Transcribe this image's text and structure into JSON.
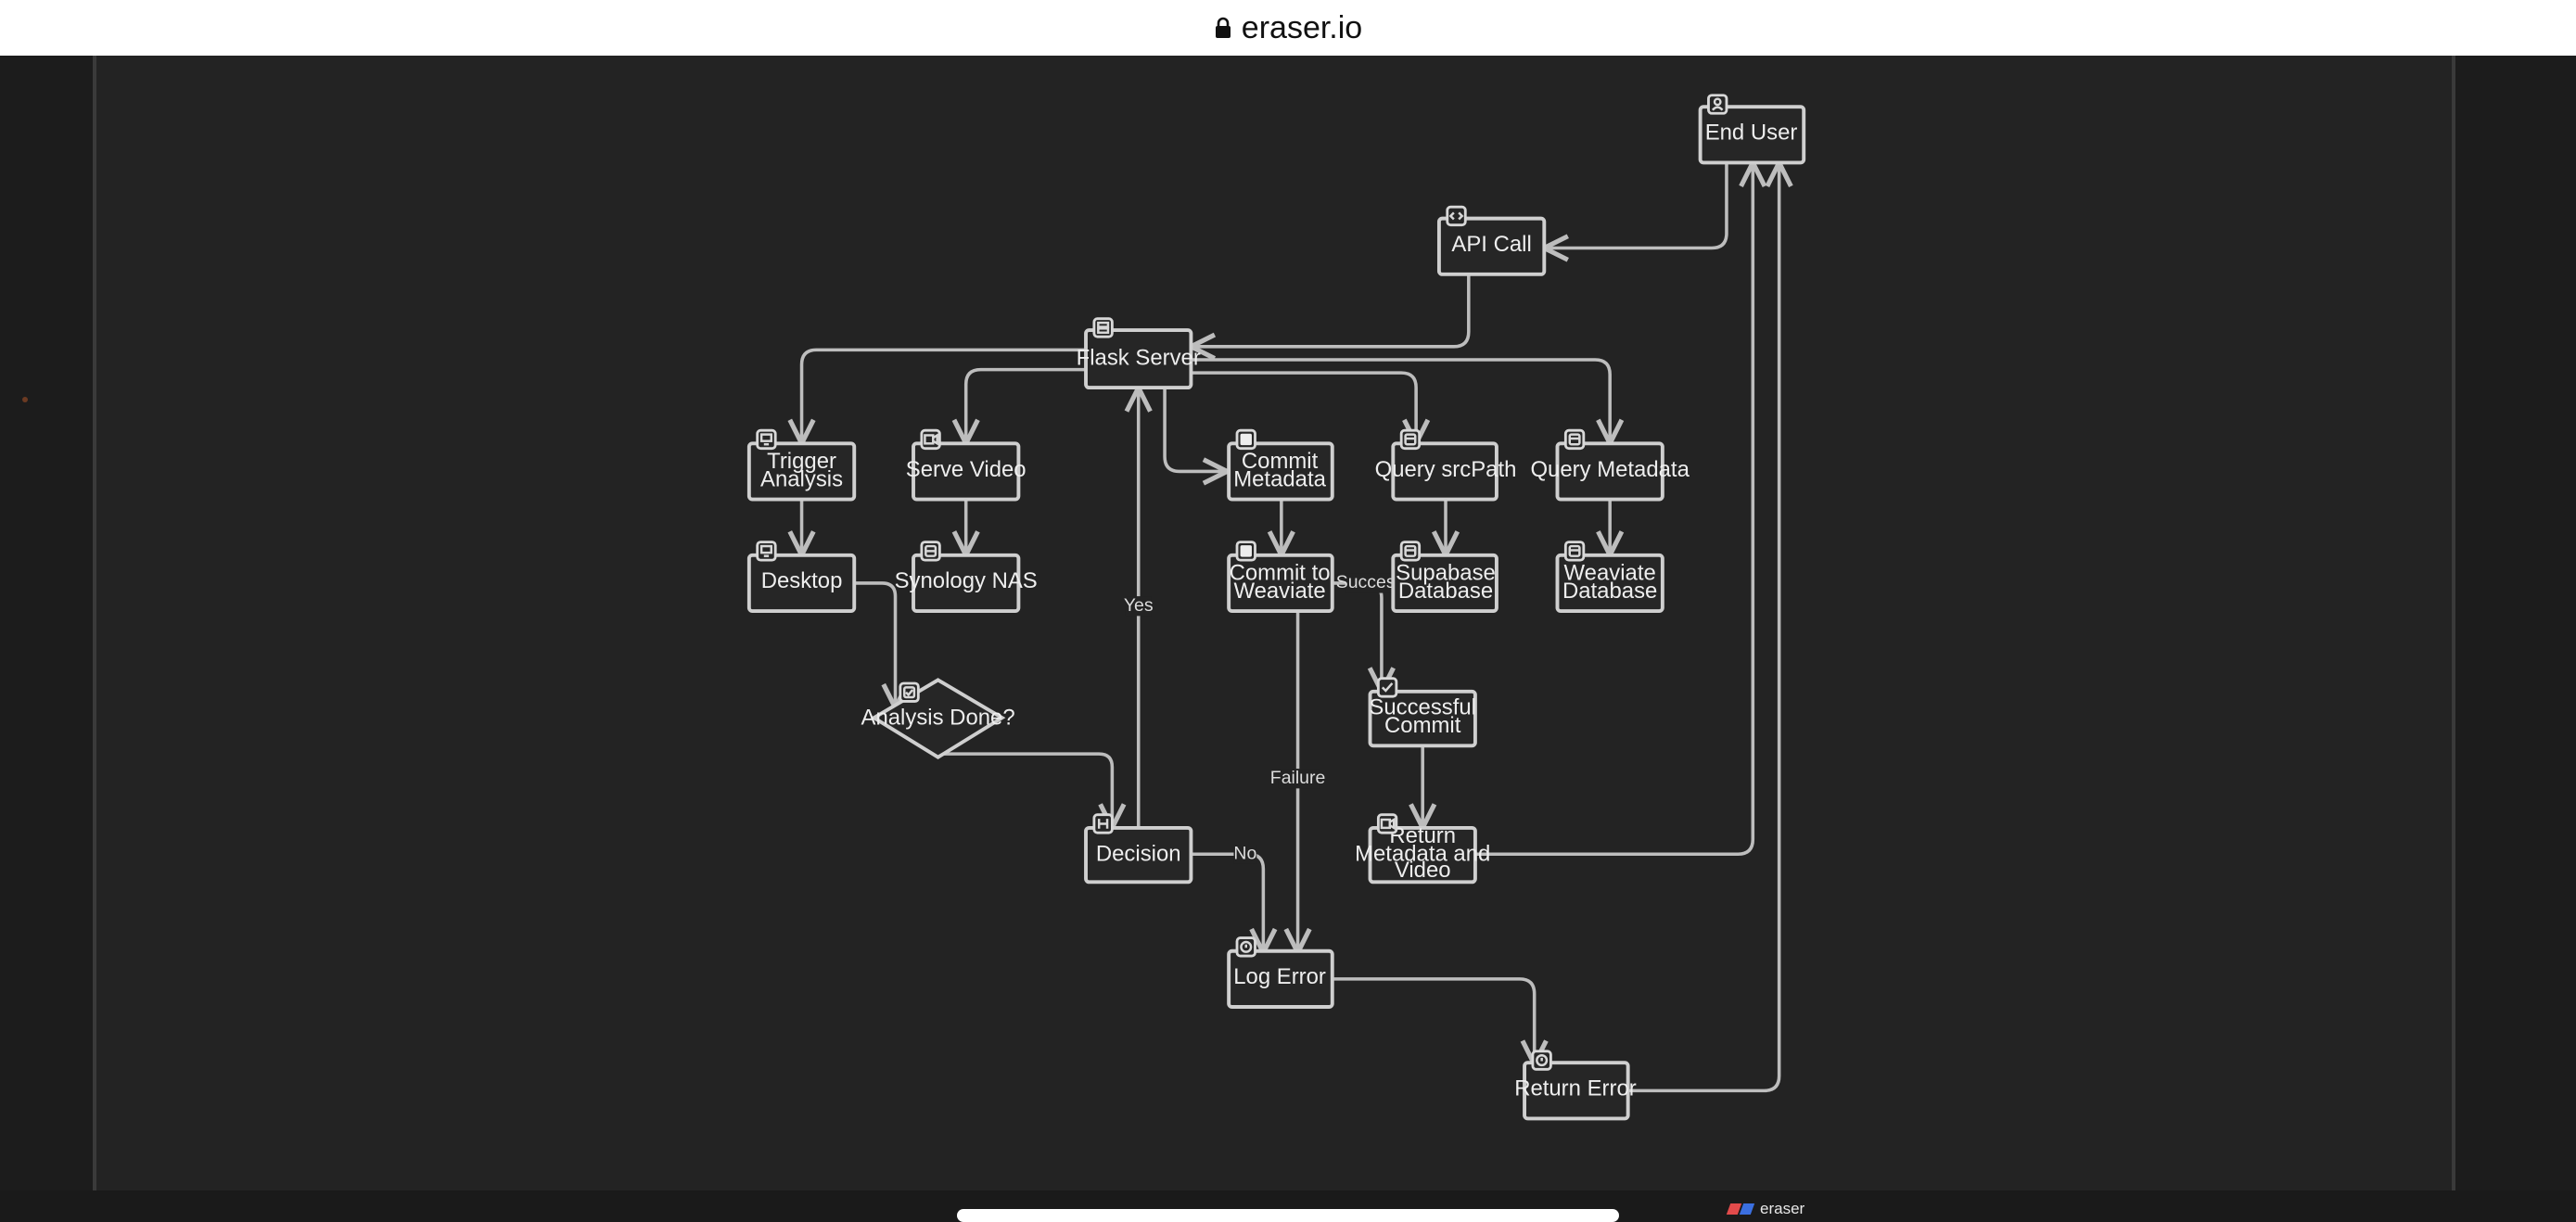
{
  "browser": {
    "url_text": "eraser.io"
  },
  "diagram": {
    "nodes": {
      "end_user": {
        "label": "End User",
        "icon": "user-icon"
      },
      "api_call": {
        "label": "API Call",
        "icon": "code-icon"
      },
      "flask_server": {
        "label": "Flask Server",
        "icon": "server-icon"
      },
      "trigger_analysis": {
        "label": [
          "Trigger",
          "Analysis"
        ],
        "icon": "monitor-icon"
      },
      "serve_video": {
        "label": "Serve Video",
        "icon": "video-icon"
      },
      "commit_metadata": {
        "label": [
          "Commit",
          "Metadata"
        ],
        "icon": "square-icon"
      },
      "query_srcpath": {
        "label": "Query srcPath",
        "icon": "database-icon"
      },
      "query_metadata": {
        "label": "Query Metadata",
        "icon": "database-icon"
      },
      "desktop": {
        "label": "Desktop",
        "icon": "monitor-icon"
      },
      "synology_nas": {
        "label": "Synology NAS",
        "icon": "storage-icon"
      },
      "commit_to_weaviate": {
        "label": [
          "Commit to",
          "Weaviate"
        ],
        "icon": "square-icon"
      },
      "supabase_database": {
        "label": [
          "Supabase",
          "Database"
        ],
        "icon": "database-icon"
      },
      "weaviate_database": {
        "label": [
          "Weaviate",
          "Database"
        ],
        "icon": "database-icon"
      },
      "analysis_done": {
        "label": "Analysis Done?",
        "icon": "check-icon"
      },
      "successful_commit": {
        "label": [
          "Successful",
          "Commit"
        ],
        "icon": "check-icon"
      },
      "decision": {
        "label": "Decision",
        "icon": "branch-icon"
      },
      "return_metadata_video": {
        "label": [
          "Return",
          "Metadata and",
          "Video"
        ],
        "icon": "video-icon"
      },
      "log_error": {
        "label": "Log Error",
        "icon": "alert-icon"
      },
      "return_error": {
        "label": "Return Error",
        "icon": "alert-icon"
      }
    },
    "edge_labels": {
      "yes": "Yes",
      "no": "No",
      "success": "Success",
      "failure": "Failure"
    }
  },
  "brand": {
    "text": "eraser",
    "colors": [
      "#e24b4b",
      "#3b6fe0"
    ]
  },
  "colors": {
    "canvas": "#232323",
    "outer": "#1c1c1c",
    "stroke": "#cfcfcf",
    "text": "#eeeeee"
  }
}
